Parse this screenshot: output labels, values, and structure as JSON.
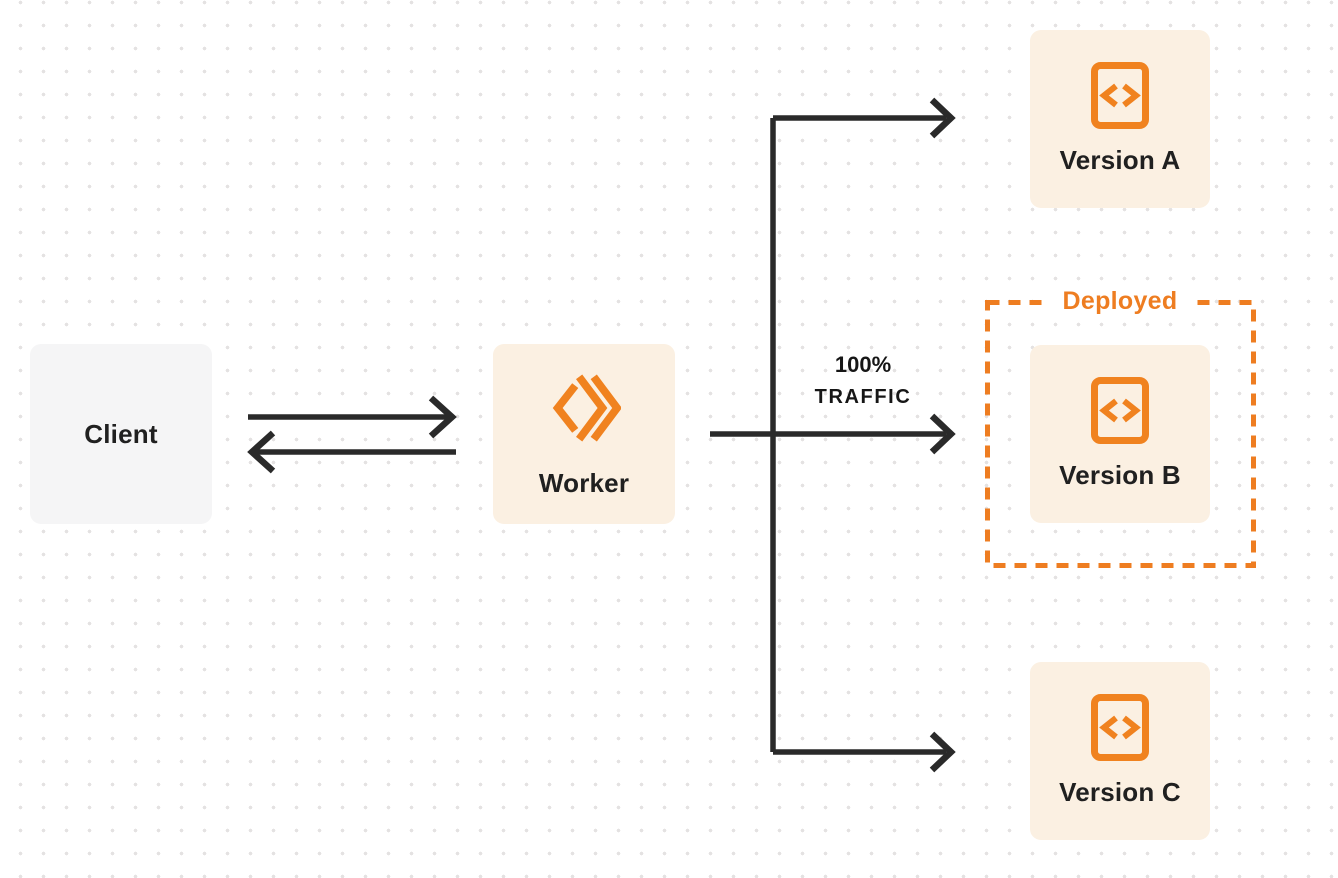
{
  "diagram": {
    "nodes": {
      "client": {
        "label": "Client"
      },
      "worker": {
        "label": "Worker",
        "icon": "workers-logo-icon"
      },
      "version_a": {
        "label": "Version A",
        "icon": "code-document-icon"
      },
      "version_b": {
        "label": "Version B",
        "icon": "code-document-icon"
      },
      "version_c": {
        "label": "Version C",
        "icon": "code-document-icon"
      }
    },
    "annotations": {
      "deployed_label": "Deployed",
      "traffic_percent": "100%",
      "traffic_word": "TRAFFIC"
    },
    "edges": [
      {
        "from": "client",
        "to": "worker",
        "type": "request-arrow"
      },
      {
        "from": "worker",
        "to": "client",
        "type": "response-arrow"
      },
      {
        "from": "worker",
        "to": "version_a",
        "type": "branch-arrow"
      },
      {
        "from": "worker",
        "to": "version_b",
        "type": "branch-arrow",
        "label": "100% TRAFFIC"
      },
      {
        "from": "worker",
        "to": "version_c",
        "type": "branch-arrow"
      }
    ],
    "colors": {
      "accent-orange": "#EE7D21",
      "box-peach": "#FBF0E2",
      "box-gray": "#F5F5F6",
      "line-dark": "#2A2A2A",
      "text-dark": "#202020",
      "dot-grid": "#E4E2E2"
    }
  }
}
